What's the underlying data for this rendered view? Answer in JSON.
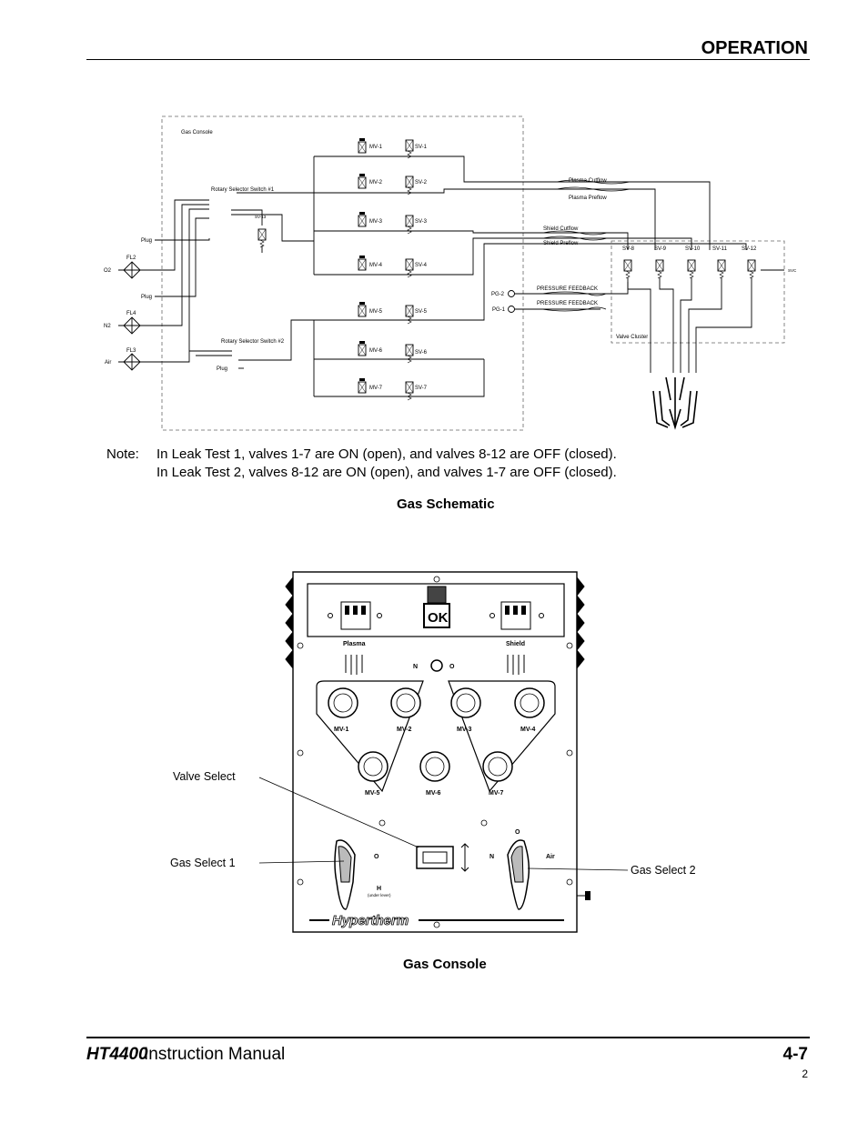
{
  "header": {
    "section_title": "OPERATION"
  },
  "schematic": {
    "console_label": "Gas Console",
    "rotary1": "Rotary Selector Switch #1",
    "rotary2": "Rotary Selector Switch #2",
    "plug": "Plug",
    "sv13": "SV-13",
    "inlets": [
      {
        "gas": "O2",
        "filter": "FL2"
      },
      {
        "gas": "N2",
        "filter": "FL4"
      },
      {
        "gas": "Air",
        "filter": "FL3"
      }
    ],
    "mv": [
      "MV-1",
      "MV-2",
      "MV-3",
      "MV-4",
      "MV-5",
      "MV-6",
      "MV-7"
    ],
    "sv": [
      "SV-1",
      "SV-2",
      "SV-3",
      "SV-4",
      "SV-5",
      "SV-6",
      "SV-7"
    ],
    "plasma_cutflow": "Plasma Cutflow",
    "plasma_preflow": "Plasma Preflow",
    "shield_cutflow": "Shield Cutflow",
    "shield_preflow": "Shield Preflow",
    "pg2": "PG-2",
    "pg1": "PG-1",
    "pressure_feedback": "PRESSURE FEEDBACK",
    "cluster_sv": [
      "SV-8",
      "SV-9",
      "SV-10",
      "SV-11",
      "SV-12"
    ],
    "valve_cluster": "Valve Cluster",
    "svc": "SVC"
  },
  "note": {
    "label": "Note:",
    "line1": "In Leak Test 1, valves 1-7 are ON (open), and valves 8-12 are OFF (closed).",
    "line2": "In Leak Test 2, valves 8-12 are ON (open), and valves 1-7 are OFF (closed)."
  },
  "captions": {
    "schematic": "Gas Schematic",
    "console": "Gas Console"
  },
  "console": {
    "display": "OK",
    "plasma": "Plasma",
    "shield": "Shield",
    "n2": "N",
    "o2": "O",
    "knobs": [
      "MV-1",
      "MV-2",
      "MV-3",
      "MV-4",
      "MV-5",
      "MV-6",
      "MV-7"
    ],
    "gs1_o2": "O",
    "gs1_h35": "H",
    "under_lever": "(under lever)",
    "gs2_o2": "O",
    "gs2_n2": "N",
    "gs2_air": "Air",
    "brand": "Hypertherm"
  },
  "callouts": {
    "valve_select": "Valve Select",
    "gas_select_1": "Gas Select 1",
    "gas_select_2": "Gas Select 2"
  },
  "footer": {
    "model": "HT4400",
    "manual": "Instruction Manual",
    "page": "4-7",
    "page_number": "2"
  }
}
